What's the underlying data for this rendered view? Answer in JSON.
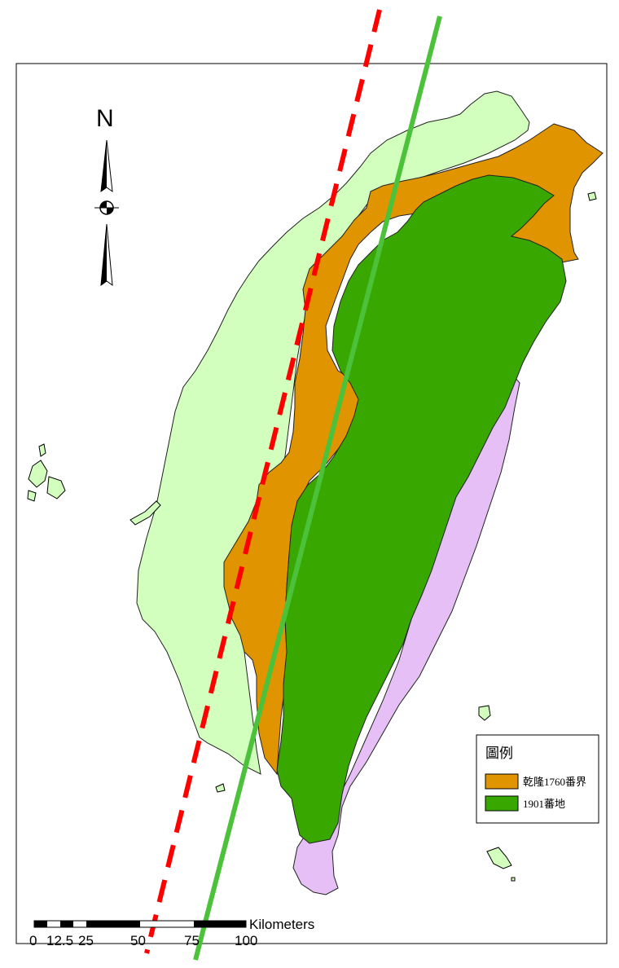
{
  "map": {
    "north_label": "N",
    "legend": {
      "title": "圖例",
      "items": [
        {
          "label": "乾隆1760番界",
          "color": "#e09500"
        },
        {
          "label": "1901蕃地",
          "color": "#38a800"
        }
      ]
    },
    "scale_bar": {
      "unit_label": "Kilometers",
      "ticks": [
        "0",
        "12.5",
        "25",
        "50",
        "75",
        "100"
      ]
    },
    "colors": {
      "lowland": "#d3ffbe",
      "qianlong_boundary_area": "#e09500",
      "aboriginal_land_1901": "#38a800",
      "east_coast": "#e5bff5",
      "dashed_line": "#ff0000",
      "solid_line": "#4cc23b"
    }
  }
}
